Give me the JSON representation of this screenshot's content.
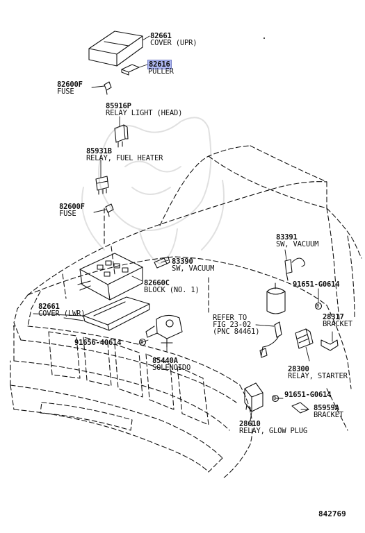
{
  "parts": {
    "cover_upr": {
      "num": "82661",
      "name": "COVER (UPR)"
    },
    "puller": {
      "num": "82616",
      "name": "PULLER"
    },
    "fuse_top": {
      "num": "82600F",
      "name": "FUSE"
    },
    "relay_light": {
      "num": "85916P",
      "name": "RELAY LIGHT (HEAD)"
    },
    "relay_fuel": {
      "num": "85931B",
      "name": "RELAY, FUEL HEATER"
    },
    "fuse_mid": {
      "num": "82600F",
      "name": "FUSE"
    },
    "sw_vac_83391": {
      "num": "83391",
      "name": "SW, VACUUM"
    },
    "sw_vac_83390": {
      "num": "83390",
      "name": "SW, VACUUM"
    },
    "block": {
      "num": "82660C",
      "name": "BLOCK (NO. 1)"
    },
    "bolt_91651_a": {
      "num": "91651-G0614"
    },
    "cover_lwr": {
      "num": "82661",
      "name": "COVER (LWR)"
    },
    "bracket_28317": {
      "num": "28317",
      "name": "BRACKET"
    },
    "refer": {
      "l1": "REFER TO",
      "l2": "FIG 23-02",
      "l3": "(PNC 84461)"
    },
    "bolt_91656": {
      "num": "91656-40614"
    },
    "solenoid": {
      "num": "85440A",
      "name": "SOLENOIDO"
    },
    "relay_starter": {
      "num": "28300",
      "name": "RELAY, STARTER"
    },
    "bolt_91651_b": {
      "num": "91651-G0614"
    },
    "bracket_85959": {
      "num": "85959A",
      "name": "BRACKET"
    },
    "relay_glow": {
      "num": "28610",
      "name": "RELAY, GLOW PLUG"
    }
  },
  "bolt_marker": "B",
  "diagram_code": "842769"
}
